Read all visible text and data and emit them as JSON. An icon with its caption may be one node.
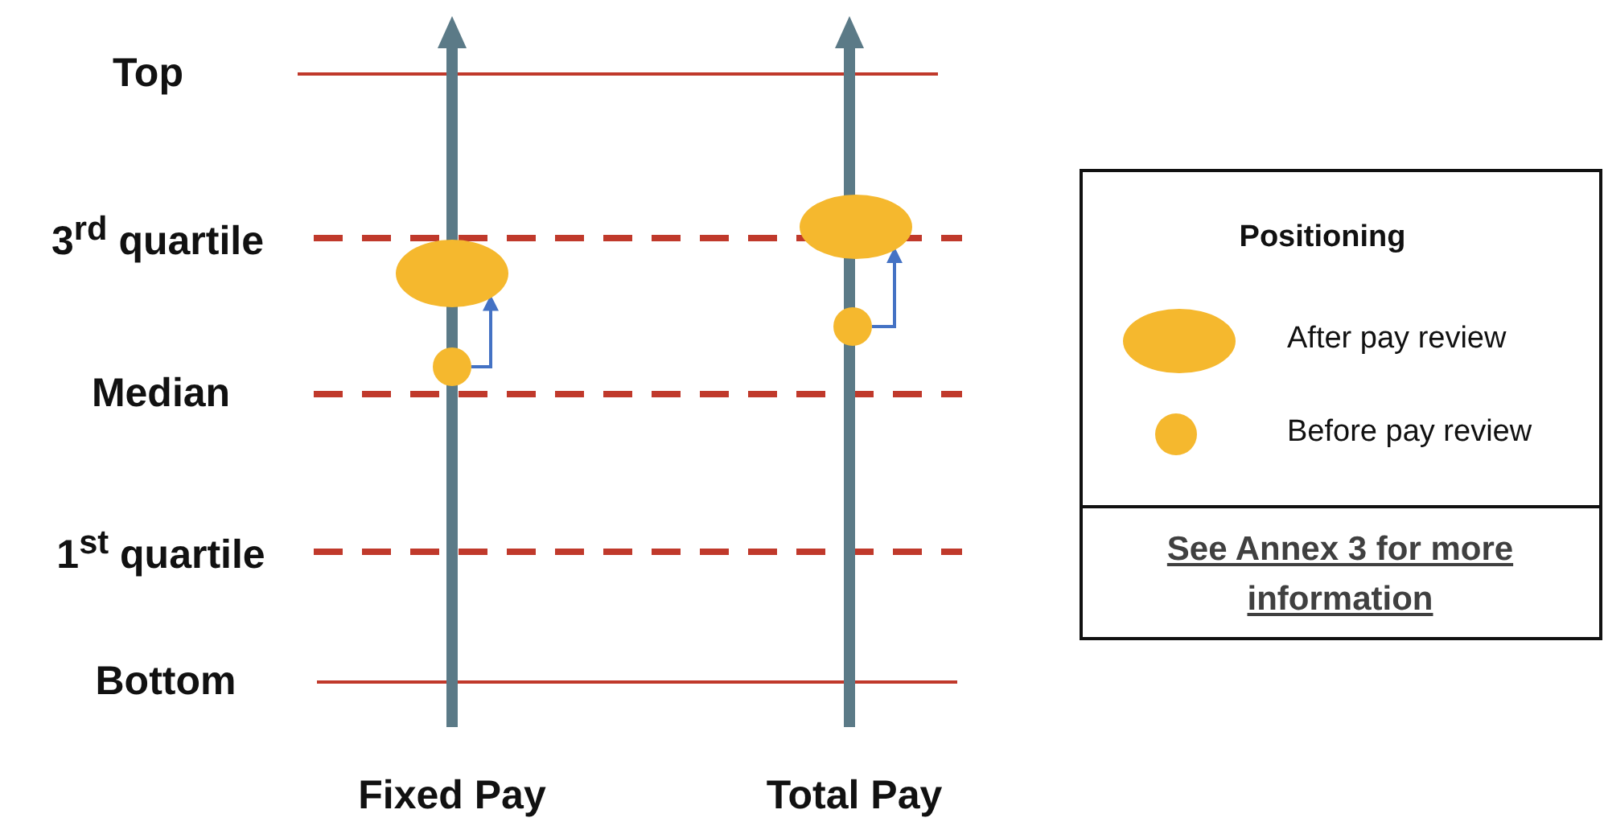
{
  "diagram": {
    "nodes": [
      {
        "text": [],
        "shape": "ellipse"
      },
      {
        "text": [],
        "shape": "circle"
      },
      {
        "text": [],
        "shape": "ellipse"
      },
      {
        "text": [],
        "shape": "circle"
      }
    ],
    "edges": [
      {
        "from": 1,
        "to": 0,
        "arrow": "to",
        "color": "#4472c4"
      },
      {
        "from": 3,
        "to": 2,
        "arrow": "to",
        "color": "#4472c4"
      }
    ],
    "labels": [
      "Top",
      "3$^{rd}$ quartile",
      "Median",
      "1$^{st}$ quartile",
      "Bottom",
      "Fixed Pay",
      "Total Pay",
      "Positioning",
      "See Annex 3 for more information"
    ],
    "legend": [
      {
        "text": "After pay review",
        "color": "#f5b82e"
      },
      {
        "text": "Before pay review",
        "color": "#f5b82e"
      }
    ]
  }
}
